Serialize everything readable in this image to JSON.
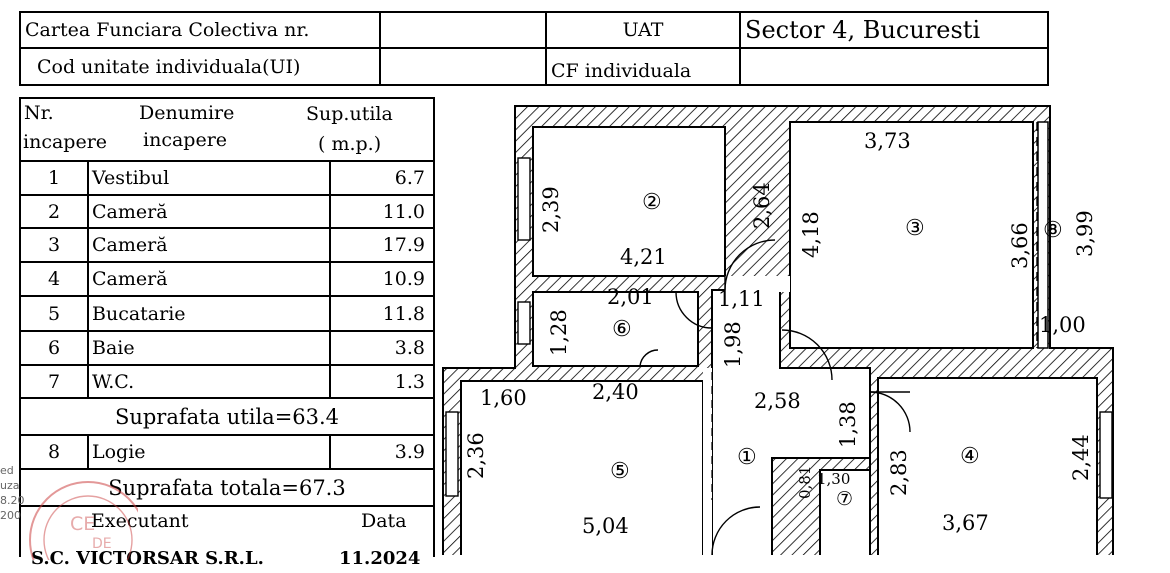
{
  "header": {
    "carte_label": "Cartea Funciara Colectiva nr.",
    "carte_value": "",
    "uat_label": "UAT",
    "uat_value": "Sector 4, Bucuresti",
    "cod_label": "Cod unitate individuala(UI)",
    "cod_value": "",
    "cf_label": "CF individuala",
    "cf_value": ""
  },
  "room_table": {
    "col_nr_line1": "Nr.",
    "col_nr_line2": "incapere",
    "col_name_line1": "Denumire",
    "col_name_line2": "incapere",
    "col_area_line1": "Sup.utila",
    "col_area_line2": "( m.p.)",
    "rooms": [
      {
        "nr": "1",
        "name": "Vestibul",
        "area": "6.7"
      },
      {
        "nr": "2",
        "name": "Cameră",
        "area": "11.0"
      },
      {
        "nr": "3",
        "name": "Cameră",
        "area": "17.9"
      },
      {
        "nr": "4",
        "name": "Cameră",
        "area": "10.9"
      },
      {
        "nr": "5",
        "name": "Bucatarie",
        "area": "11.8"
      },
      {
        "nr": "6",
        "name": "Baie",
        "area": "3.8"
      },
      {
        "nr": "7",
        "name": "W.C.",
        "area": "1.3"
      }
    ],
    "suprafata_utila": "Suprafata utila=63.4",
    "logie": {
      "nr": "8",
      "name": "Logie",
      "area": "3.9"
    },
    "suprafata_totala": "Suprafata totala=67.3",
    "executant_label": "Executant",
    "data_label": "Data",
    "executant_value": "S.C. VICTORSAR S.R.L.",
    "data_value": "11.2024"
  },
  "stamp_fragments": [
    "ed",
    "uza",
    "8.20",
    "200",
    "CE",
    "DE"
  ],
  "plan": {
    "room_numbers": [
      "①",
      "②",
      "③",
      "④",
      "⑤",
      "⑥",
      "⑦",
      "⑧"
    ],
    "dims": {
      "r2_h": "2,39",
      "r2_w": "4,21",
      "r2_door": "2,64",
      "r3_w": "3,73",
      "r3_h": "4,18",
      "r3_h2": "3,66",
      "r8_h": "3,99",
      "r8_w": "1,00",
      "r6_w": "2,01",
      "r6_h": "1,28",
      "hall_w": "1,11",
      "hall_h": "1,98",
      "r5_a": "1,60",
      "r5_b": "2,40",
      "r5_h": "2,36",
      "r5_w": "5,04",
      "r1_w": "2,58",
      "r1_h": "1,38",
      "r4_h": "2,83",
      "r4_h2": "2,44",
      "r4_w": "3,67",
      "r7_a": "0,81",
      "r7_b": "1,30"
    }
  }
}
